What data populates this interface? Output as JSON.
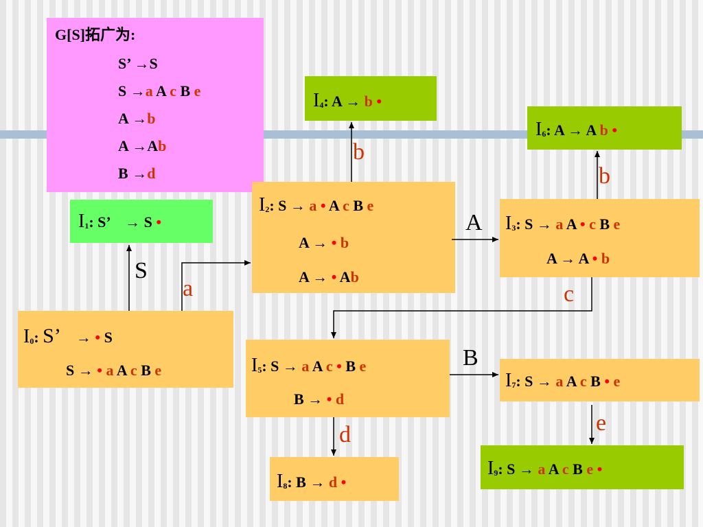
{
  "grammar": {
    "title": "G[S]拓广为:",
    "rules": [
      {
        "lhs": "S’",
        "arrow": "→",
        "rhs": [
          {
            "t": "S",
            "c": "k"
          }
        ]
      },
      {
        "lhs": "S",
        "arrow": "→",
        "rhs": [
          {
            "t": "a",
            "c": "r"
          },
          {
            "t": " A ",
            "c": "k"
          },
          {
            "t": "c",
            "c": "r"
          },
          {
            "t": " B ",
            "c": "k"
          },
          {
            "t": "e",
            "c": "r"
          }
        ]
      },
      {
        "lhs": "A",
        "arrow": "→",
        "rhs": [
          {
            "t": "b",
            "c": "r"
          }
        ]
      },
      {
        "lhs": "A",
        "arrow": "→",
        "rhs": [
          {
            "t": "A",
            "c": "k"
          },
          {
            "t": "b",
            "c": "r"
          }
        ]
      },
      {
        "lhs": "B",
        "arrow": "→",
        "rhs": [
          {
            "t": "d",
            "c": "r"
          }
        ]
      }
    ]
  },
  "states": {
    "I0": {
      "name": "I",
      "sub": "0",
      "lines": [
        [
          {
            "t": "S’",
            "c": "k",
            "big": true
          },
          {
            "t": "　→ ",
            "c": "k"
          },
          {
            "t": "•",
            "c": "d"
          },
          {
            "t": " S",
            "c": "k"
          }
        ],
        [
          {
            "t": "S → ",
            "c": "k"
          },
          {
            "t": "•",
            "c": "d"
          },
          {
            "t": " a",
            "c": "r"
          },
          {
            "t": " A ",
            "c": "k"
          },
          {
            "t": "c",
            "c": "r"
          },
          {
            "t": " B ",
            "c": "k"
          },
          {
            "t": "e",
            "c": "r"
          }
        ]
      ]
    },
    "I1": {
      "name": "I",
      "sub": "1",
      "lines": [
        [
          {
            "t": "S’　→ S ",
            "c": "k"
          },
          {
            "t": "•",
            "c": "d"
          }
        ]
      ]
    },
    "I2": {
      "name": "I",
      "sub": "2",
      "lines": [
        [
          {
            "t": "S → ",
            "c": "k"
          },
          {
            "t": "a",
            "c": "r"
          },
          {
            "t": " • ",
            "c": "d"
          },
          {
            "t": "A ",
            "c": "k"
          },
          {
            "t": "c",
            "c": "r"
          },
          {
            "t": " B ",
            "c": "k"
          },
          {
            "t": "e",
            "c": "r"
          }
        ],
        [
          {
            "t": "A → ",
            "c": "k"
          },
          {
            "t": "•",
            "c": "d"
          },
          {
            "t": " b",
            "c": "r"
          }
        ],
        [
          {
            "t": "A → ",
            "c": "k"
          },
          {
            "t": "•",
            "c": "d"
          },
          {
            "t": " A",
            "c": "k"
          },
          {
            "t": "b",
            "c": "r"
          }
        ]
      ]
    },
    "I3": {
      "name": "I",
      "sub": "3",
      "lines": [
        [
          {
            "t": "S → ",
            "c": "k"
          },
          {
            "t": "a",
            "c": "r"
          },
          {
            "t": " A ",
            "c": "k"
          },
          {
            "t": "•",
            "c": "d"
          },
          {
            "t": " c",
            "c": "r"
          },
          {
            "t": " B ",
            "c": "k"
          },
          {
            "t": "e",
            "c": "r"
          }
        ],
        [
          {
            "t": "A → A ",
            "c": "k"
          },
          {
            "t": "•",
            "c": "d"
          },
          {
            "t": " b",
            "c": "r"
          }
        ]
      ]
    },
    "I4": {
      "name": "I",
      "sub": "4",
      "lines": [
        [
          {
            "t": "A → ",
            "c": "k"
          },
          {
            "t": "b",
            "c": "r"
          },
          {
            "t": " •",
            "c": "d"
          }
        ]
      ]
    },
    "I5": {
      "name": "I",
      "sub": "5",
      "lines": [
        [
          {
            "t": "S → ",
            "c": "k"
          },
          {
            "t": "a",
            "c": "r"
          },
          {
            "t": " A ",
            "c": "k"
          },
          {
            "t": "c",
            "c": "r"
          },
          {
            "t": " • ",
            "c": "d"
          },
          {
            "t": "B ",
            "c": "k"
          },
          {
            "t": "e",
            "c": "r"
          }
        ],
        [
          {
            "t": "B → ",
            "c": "k"
          },
          {
            "t": "•",
            "c": "d"
          },
          {
            "t": " d",
            "c": "r"
          }
        ]
      ]
    },
    "I6": {
      "name": "I",
      "sub": "6",
      "lines": [
        [
          {
            "t": "A → A ",
            "c": "k"
          },
          {
            "t": "b",
            "c": "r"
          },
          {
            "t": " •",
            "c": "d"
          }
        ]
      ]
    },
    "I7": {
      "name": "I",
      "sub": "7",
      "lines": [
        [
          {
            "t": "S → ",
            "c": "k"
          },
          {
            "t": "a",
            "c": "r"
          },
          {
            "t": " A ",
            "c": "k"
          },
          {
            "t": "c",
            "c": "r"
          },
          {
            "t": " B ",
            "c": "k"
          },
          {
            "t": "•",
            "c": "d"
          },
          {
            "t": " e",
            "c": "r"
          }
        ]
      ]
    },
    "I8": {
      "name": "I",
      "sub": "8",
      "lines": [
        [
          {
            "t": "B → ",
            "c": "k"
          },
          {
            "t": "d",
            "c": "r"
          },
          {
            "t": " •",
            "c": "d"
          }
        ]
      ]
    },
    "I9": {
      "name": "I",
      "sub": "9",
      "lines": [
        [
          {
            "t": "S → ",
            "c": "k"
          },
          {
            "t": "a",
            "c": "r"
          },
          {
            "t": " A ",
            "c": "k"
          },
          {
            "t": "c",
            "c": "r"
          },
          {
            "t": " B ",
            "c": "k"
          },
          {
            "t": "e",
            "c": "r"
          },
          {
            "t": " •",
            "c": "d"
          }
        ]
      ]
    }
  },
  "transitions": {
    "I0_I1": "S",
    "I0_I2": "a",
    "I2_I4": "b",
    "I2_I3": "A",
    "I3_I6": "b",
    "I3_I5": "c",
    "I5_I7": "B",
    "I5_I8": "d",
    "I7_I9": "e"
  },
  "colors": {
    "state_box": "#ffcc66",
    "final_box": "#99cc00",
    "accept_box": "#66ff66",
    "grammar_box": "#ff99ff",
    "terminal": "#cc3300",
    "dot": "#ff0000",
    "band": "#a9bfd6"
  }
}
